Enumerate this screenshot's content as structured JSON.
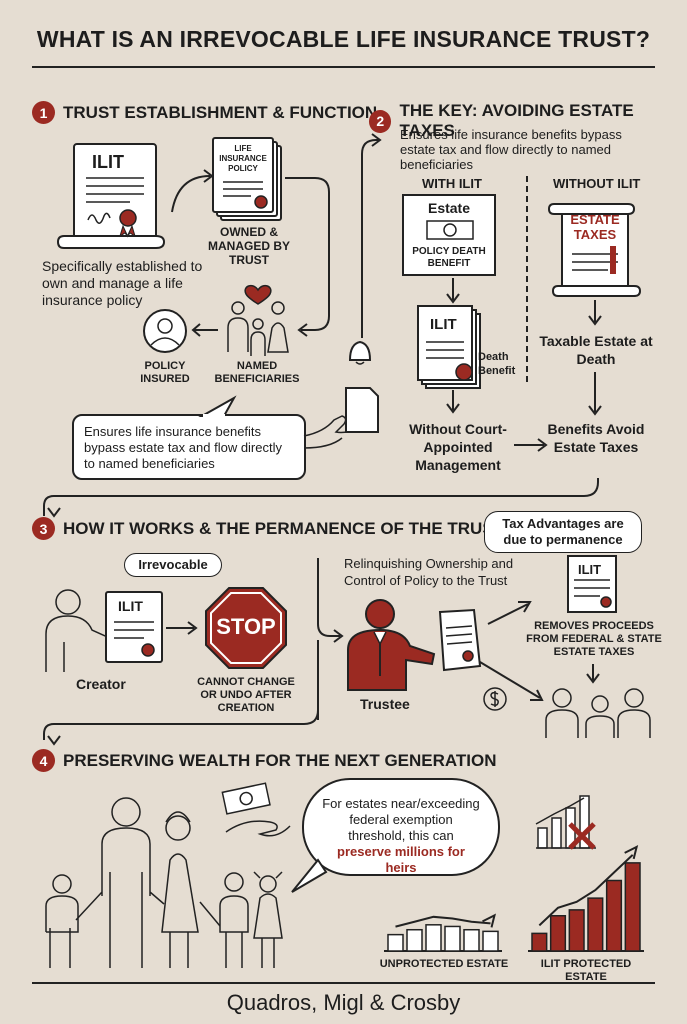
{
  "title": "WHAT IS AN IRREVOCABLE LIFE INSURANCE TRUST?",
  "colors": {
    "accent": "#9b2a22",
    "background": "#e5ddd2"
  },
  "s1": {
    "num": "1",
    "heading": "TRUST ESTABLISHMENT & FUNCTION",
    "ilit_doc": "ILIT",
    "policy_doc": "LIFE INSURANCE POLICY",
    "owned_caption": "OWNED & MANAGED BY TRUST",
    "desc": "Specifically established to own and manage a life insurance policy",
    "policy_insured": "POLICY INSURED",
    "named_beneficiaries": "NAMED BENEFICIARIES",
    "bubble": "Ensures life insurance benefits bypass estate tax and flow directly to named beneficiaries"
  },
  "s2": {
    "num": "2",
    "heading": "THE KEY: AVOIDING ESTATE TAXES",
    "subtitle": "Ensures life insurance benefits bypass estate tax and flow directly to named beneficiaries",
    "with_ilit": "WITH ILIT",
    "without_ilit": "WITHOUT ILIT",
    "estate_box_title": "Estate",
    "estate_box_caption": "POLICY DEATH BENEFIT",
    "ilit_doc": "ILIT",
    "death_benefit": "Death Benefit",
    "estate_taxes_doc": "ESTATE TAXES",
    "taxable_estate": "Taxable Estate at Death",
    "without_court": "Without Court-Appointed Management",
    "benefits_avoid": "Benefits Avoid Estate Taxes"
  },
  "s3": {
    "num": "3",
    "heading": "HOW IT WORKS & THE PERMANENCE OF THE TRUST",
    "tax_pill": "Tax Advantages are due to permanence",
    "irrevocable_pill": "Irrevocable",
    "ilit_doc": "ILIT",
    "stop_sign": "STOP",
    "creator": "Creator",
    "cannot_change": "CANNOT CHANGE OR UNDO AFTER CREATION",
    "relinquish": "Relinquishing Ownership and Control of Policy to the Trust",
    "trustee": "Trustee",
    "ilit_doc2": "ILIT",
    "removes": "REMOVES PROCEEDS FROM FEDERAL & STATE ESTATE TAXES"
  },
  "s4": {
    "num": "4",
    "heading": "PRESERVING WEALTH FOR THE NEXT GENERATION",
    "bubble_pre": "For estates near/exceeding federal exemption threshold, this can ",
    "bubble_bold": "preserve millions for heirs",
    "unprotected_label": "UNPROTECTED ESTATE",
    "protected_label": "ILIT PROTECTED ESTATE"
  },
  "chart_data": [
    {
      "type": "bar",
      "title": "",
      "label": "UNPROTECTED ESTATE",
      "values": [
        1,
        1.3,
        1.6,
        1.5,
        1.3,
        1.2
      ],
      "trend": "small rise"
    },
    {
      "type": "bar",
      "title": "",
      "label": "ILIT PROTECTED ESTATE",
      "values": [
        1.5,
        3,
        3.5,
        4.5,
        6,
        7.5
      ],
      "trend": "large rise"
    }
  ],
  "footer": "Quadros, Migl & Crosby"
}
